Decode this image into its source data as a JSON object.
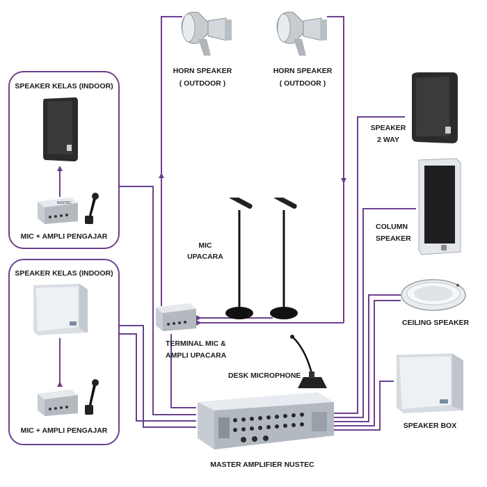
{
  "colors": {
    "wire": "#6b3f8f",
    "text": "#1a1a1a",
    "speaker_dark": "#2b2b2b",
    "speaker_light": "#e8ecef"
  },
  "labels": {
    "horn_left_1": "HORN SPEAKER",
    "horn_left_2": "( OUTDOOR )",
    "horn_right_1": "HORN SPEAKER",
    "horn_right_2": "( OUTDOOR )",
    "class_top_title": "SPEAKER KELAS (INDOOR)",
    "class_top_mic": "MIC + AMPLI PENGAJAR",
    "class_bottom_title": "SPEAKER KELAS (INDOOR)",
    "class_bottom_mic": "MIC + AMPLI PENGAJAR",
    "mic_upacara_1": "MIC",
    "mic_upacara_2": "UPACARA",
    "speaker_2way_1": "SPEAKER",
    "speaker_2way_2": "2 WAY",
    "column_1": "COLUMN",
    "column_2": "SPEAKER",
    "ceiling": "CEILING SPEAKER",
    "terminal_1": "TERMINAL MIC &",
    "terminal_2": "AMPLI UPACARA",
    "desk_mic": "DESK  MICROPHONE",
    "speaker_box": "SPEAKER BOX",
    "master": "MASTER AMPLIFIER NUSTEC"
  },
  "logos": {
    "amp_brand": "NUSTEC"
  }
}
